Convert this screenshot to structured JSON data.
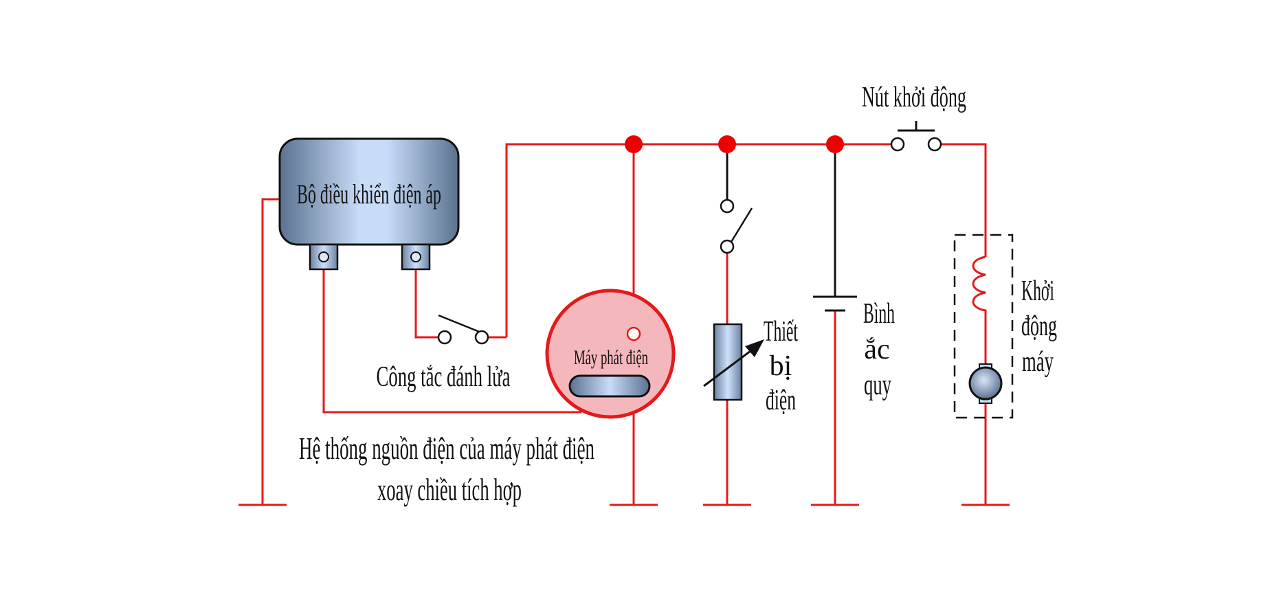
{
  "labels": {
    "voltage_regulator": "Bộ điều khiển điện áp",
    "start_button": "Nút khởi động",
    "ignition_switch": "Công tắc đánh lửa",
    "generator": "Máy phát điện",
    "system_title_line1": "Hệ thống nguồn điện của máy phát điện",
    "system_title_line2": "xoay chiều tích hợp",
    "electric_device_line1": "Thiết",
    "electric_device_line2": "bị",
    "electric_device_line3": "điện",
    "battery_line1": "Bình",
    "battery_line2": "ắc",
    "battery_line3": "quy",
    "starter_line1": "Khởi",
    "starter_line2": "động",
    "starter_line3": "máy"
  },
  "colors": {
    "wire": "#e41a1a",
    "junction": "#ee0000",
    "black_wire": "#111111",
    "component_dark": "#5a7290",
    "component_light": "#c8dcf8",
    "generator_fill": "#f4b8bc",
    "generator_stroke": "#e41a1a"
  }
}
